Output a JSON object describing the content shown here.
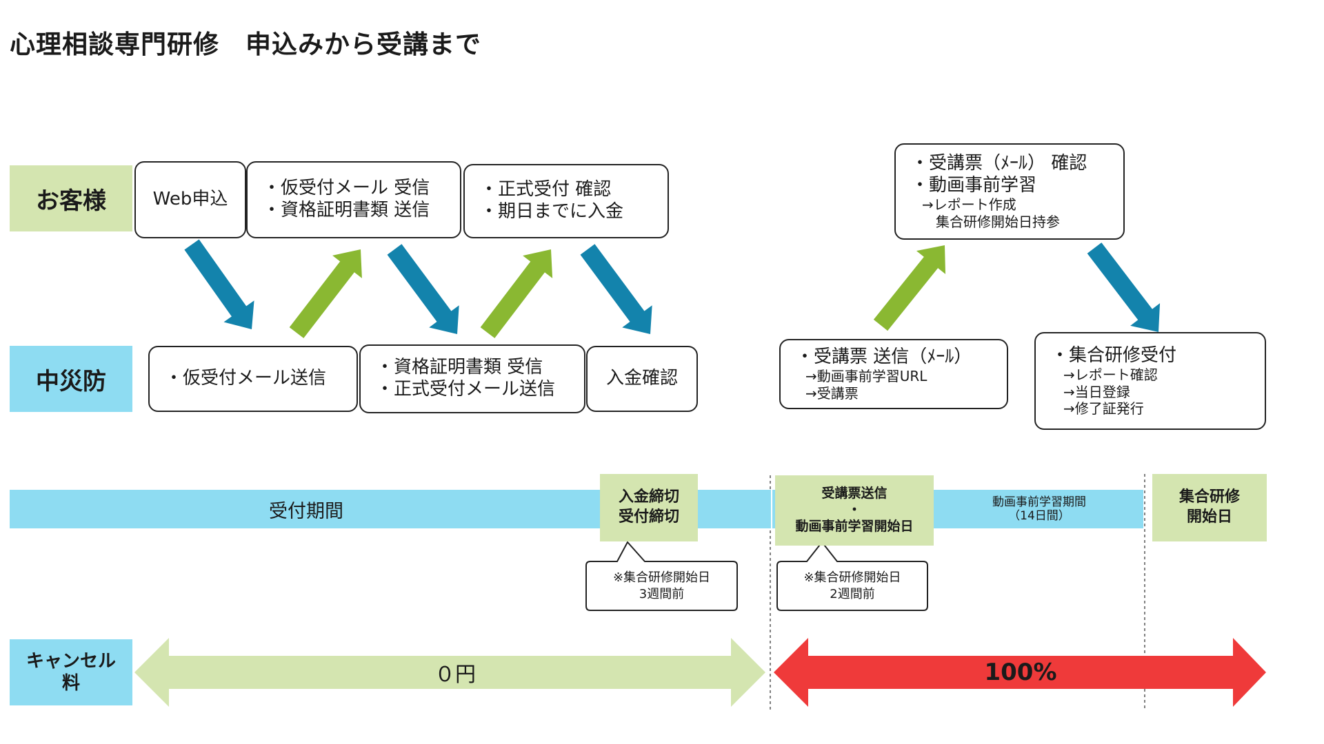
{
  "title": "心理相談専門研修　申込みから受講まで",
  "colors": {
    "customer_bg": "#d4e5b0",
    "org_bg": "#8edcf2",
    "arrow_down": "#1383ac",
    "arrow_up": "#8ab832",
    "cancel_free": "#d4e5b0",
    "cancel_full": "#ef3a3a"
  },
  "actors": {
    "customer": "お客様",
    "org": "中災防"
  },
  "customer_steps": [
    {
      "lines": [
        "Web申込"
      ]
    },
    {
      "lines": [
        "・仮受付メール 受信",
        "・資格証明書類 送信"
      ]
    },
    {
      "lines": [
        "・正式受付 確認",
        "・期日までに入金"
      ]
    },
    {
      "lines": [
        "・受講票（ﾒｰﾙ） 確認",
        "・動画事前学習"
      ],
      "sub": [
        "→レポート作成",
        "　集合研修開始日持参"
      ]
    }
  ],
  "org_steps": [
    {
      "lines": [
        "・仮受付メール送信"
      ]
    },
    {
      "lines": [
        "・資格証明書類 受信",
        "・正式受付メール送信"
      ]
    },
    {
      "lines": [
        "入金確認"
      ]
    },
    {
      "lines": [
        "・受講票 送信（ﾒｰﾙ）"
      ],
      "sub": [
        "→動画事前学習URL",
        "→受講票"
      ]
    },
    {
      "lines": [
        "・集合研修受付"
      ],
      "sub": [
        "→レポート確認",
        "→当日登録",
        "→修了証発行"
      ]
    }
  ],
  "timeline": {
    "reception_period": "受付期間",
    "deadline": [
      "入金締切",
      "受付締切"
    ],
    "ticket_send": [
      "受講票送信",
      "・",
      "動画事前学習開始日"
    ],
    "video_period": [
      "動画事前学習期間",
      "（14日間）"
    ],
    "course_start": [
      "集合研修",
      "開始日"
    ],
    "callout_deadline": [
      "※集合研修開始日",
      "3週間前"
    ],
    "callout_ticket": [
      "※集合研修開始日",
      "2週間前"
    ]
  },
  "cancel": {
    "label": [
      "キャンセル",
      "料"
    ],
    "free": "０円",
    "full": "100%"
  }
}
